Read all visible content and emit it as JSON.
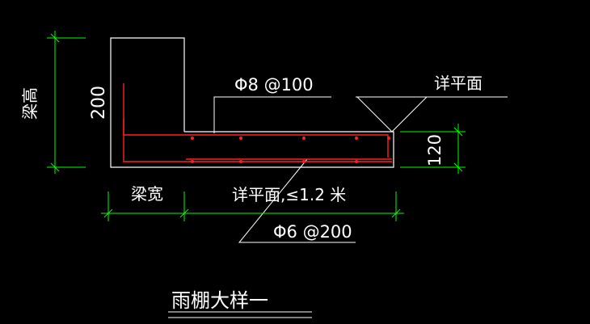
{
  "colors": {
    "background": "#000000",
    "outline": "#ffffff",
    "dimension": "#00ff00",
    "rebar": "#ff2020",
    "text": "#ffffff"
  },
  "labels": {
    "beam_height": "梁高",
    "beam_height_value": "200",
    "top_rebar": "Φ8 @100",
    "elevation_ref": "详平面",
    "slab_thickness": "120",
    "beam_width": "梁宽",
    "span_note": "详平面,≤1.2 米",
    "distribution_rebar": "Φ6 @200",
    "title": "雨棚大样一"
  }
}
